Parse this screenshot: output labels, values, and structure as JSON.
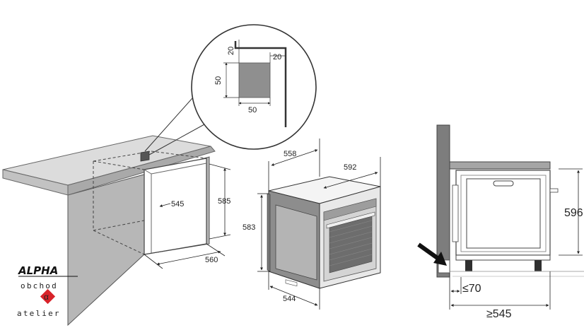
{
  "labels": {
    "detail_20_top": "20",
    "detail_20_right": "20",
    "detail_50_side": "50",
    "detail_50_bottom": "50",
    "niche_545": "545",
    "niche_585": "585",
    "niche_560": "560",
    "oven_558": "558",
    "oven_592": "592",
    "oven_583": "583",
    "oven_544": "544",
    "side_596": "596",
    "side_70": "≤70",
    "side_545": "≥545"
  },
  "logo": {
    "brand": "ALPHA",
    "line2": "obchod",
    "line3": "atelier",
    "symbol": "α",
    "accent_color": "#d8232a"
  },
  "colors": {
    "counter_top": "#d9d9d9",
    "cabinet": "#b7b7b7",
    "oven_side": "#8c8c8c",
    "wall": "#7d7d7d",
    "panel": "#a7a7a7",
    "arrow": "#111111"
  }
}
